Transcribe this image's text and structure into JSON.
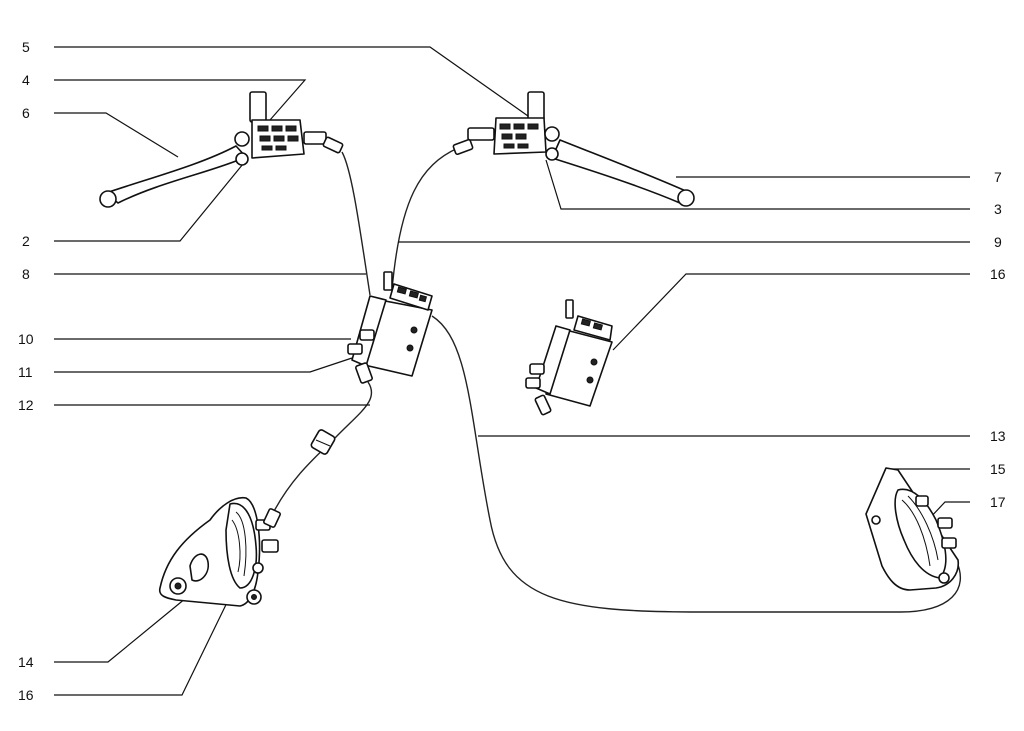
{
  "labels": {
    "l5": "5",
    "l4": "4",
    "l6": "6",
    "l2": "2",
    "l8": "8",
    "l10": "10",
    "l11": "11",
    "l12": "12",
    "l14": "14",
    "l16a": "16",
    "l7": "7",
    "l3": "3",
    "l9": "9",
    "l16b": "16",
    "l13": "13",
    "l15": "15",
    "l17": "17"
  },
  "colors": {
    "line": "#111111",
    "background": "#ffffff"
  }
}
